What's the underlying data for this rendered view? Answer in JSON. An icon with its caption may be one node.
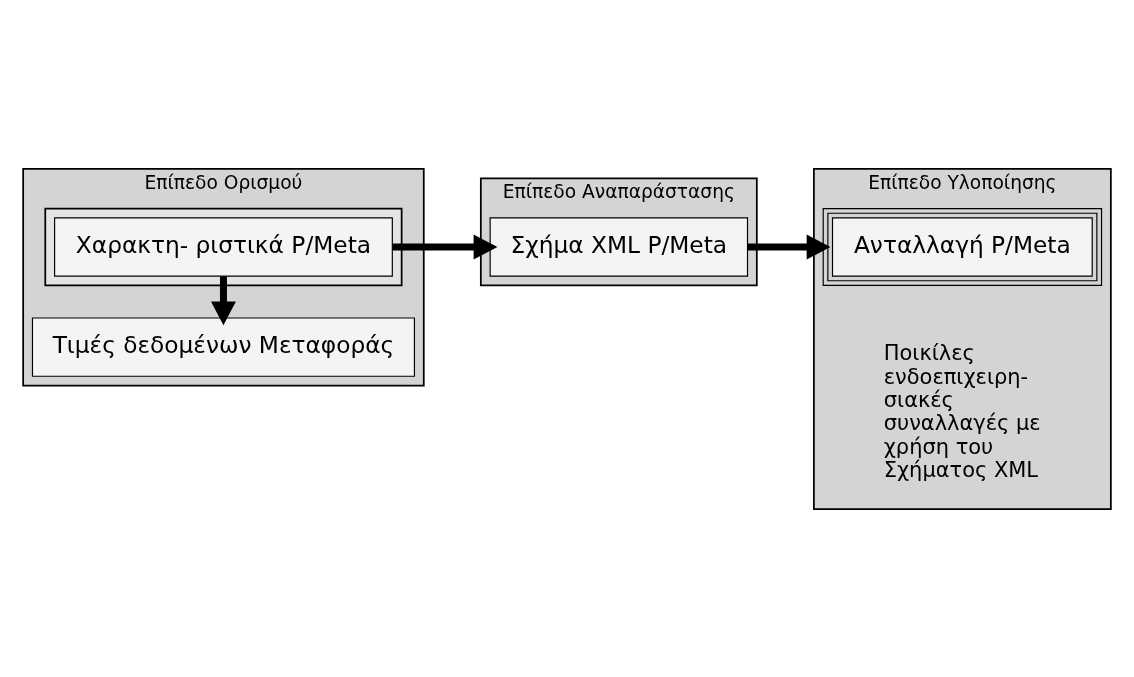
{
  "diagram": {
    "nodes": [
      {
        "text": [
          "Επίπεδο Ορισμού"
        ]
      },
      {
        "text": [],
        "shape": "box",
        "in": 0
      },
      {
        "text": [
          "Χαρακτη- ριστικά P/Meta"
        ],
        "in": 1
      },
      {
        "text": [
          "Τιμές δεδομένων Μεταφοράς"
        ],
        "in": 0
      },
      {
        "text": [
          "Επίπεδο Αναπαράστασης"
        ]
      },
      {
        "text": [
          "Σχήμα XML P/Meta"
        ],
        "in": 4
      },
      {
        "text": [
          "Επίπεδο Υλοποίησης"
        ]
      },
      {
        "text": [
          "Ανταλλαγή P/Meta"
        ],
        "in": 6
      }
    ],
    "edges": [
      {
        "from": 2,
        "to": 5,
        "arrow": "to"
      },
      {
        "from": 5,
        "to": 7,
        "arrow": "to"
      },
      {
        "from": 2,
        "to": 3,
        "arrow": "to"
      }
    ],
    "labels": [
      "Ποικίλες ενδοεπιχειρη- σιακές συναλλαγές με χρήση του Σχήματος XML"
    ]
  }
}
